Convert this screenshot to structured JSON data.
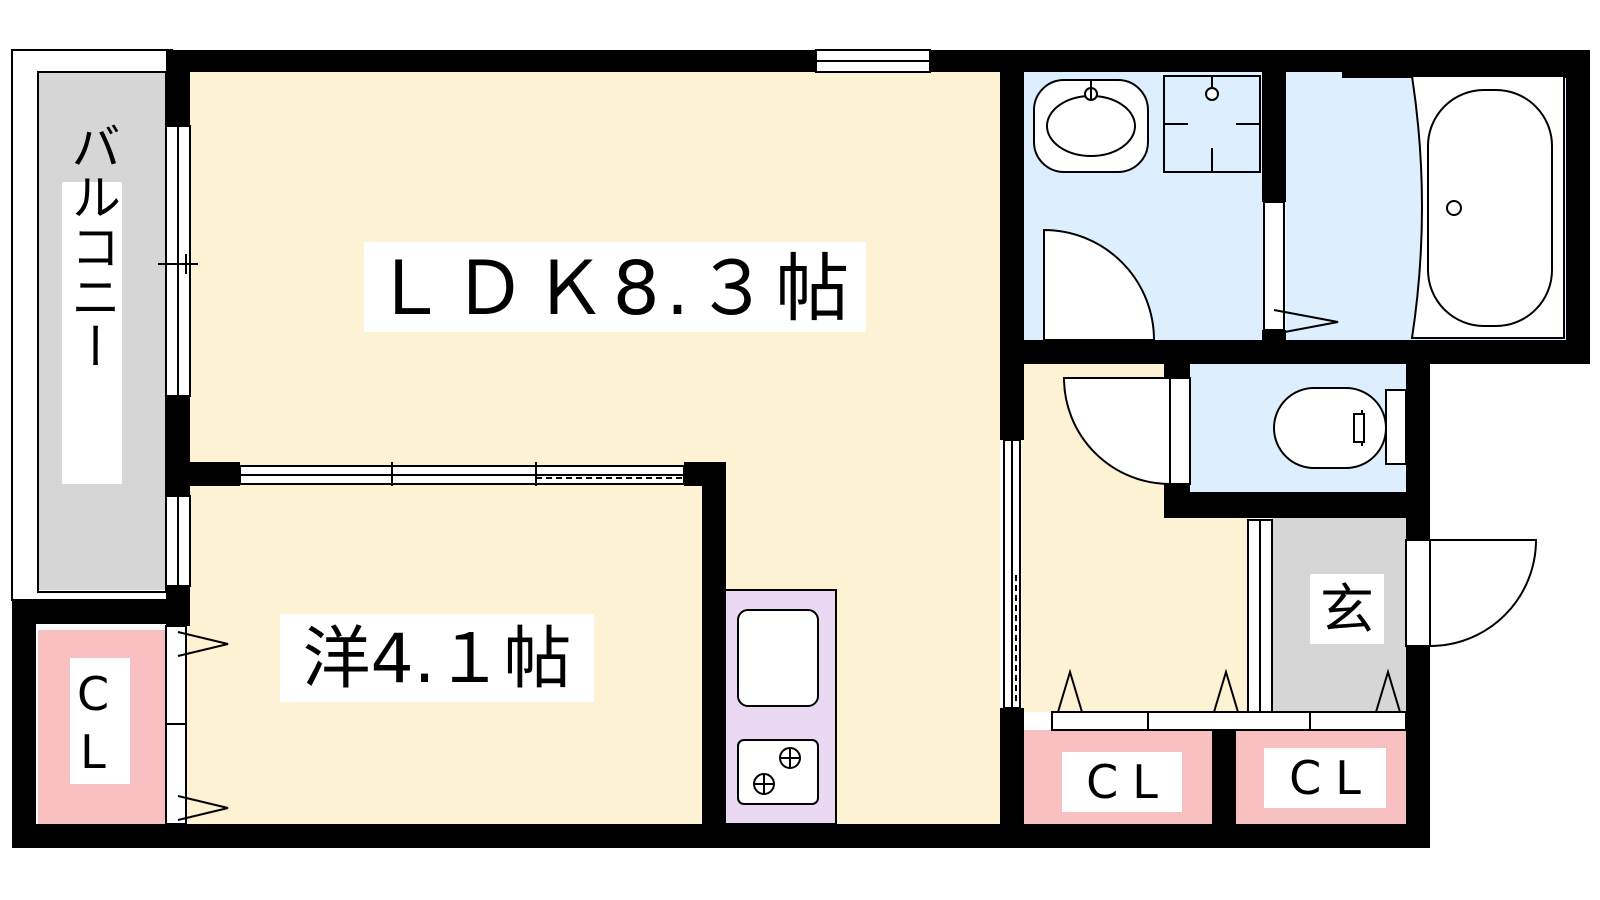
{
  "rooms": {
    "ldk": {
      "label": "ＬＤＫ8.３帖"
    },
    "western": {
      "label": "洋4.１帖"
    },
    "balcony": {
      "label": "バルコニー"
    },
    "entrance": {
      "label": "玄"
    },
    "cl_left": {
      "label": "CL"
    },
    "cl_bottom_1": {
      "label": "CL"
    },
    "cl_bottom_2": {
      "label": "CL"
    }
  },
  "colors": {
    "living": "#fdf2d4",
    "wet": "#ddeefe",
    "closet": "#f8c0c0",
    "balcony": "#d6d6d6",
    "entrance": "#d6d6d6",
    "kitchen": "#ead9f2",
    "wall": "#000000"
  }
}
